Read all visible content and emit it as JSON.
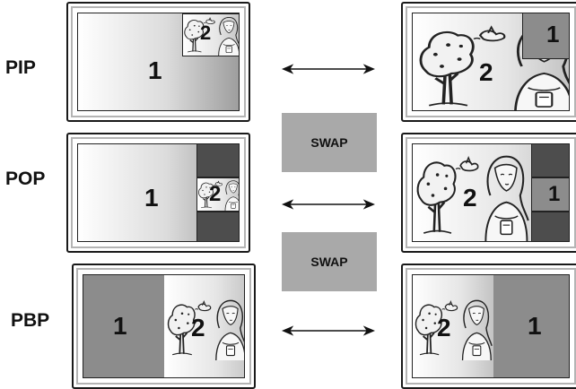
{
  "modes": [
    {
      "label": "PIP"
    },
    {
      "label": "POP"
    },
    {
      "label": "PBP"
    }
  ],
  "swap_buttons": [
    "SWAP",
    "SWAP"
  ],
  "window_numbers": {
    "main": "1",
    "sub": "2"
  },
  "colors": {
    "dark_panel": "#4d4d4d",
    "medium_panel": "#8c8c8c",
    "swap_button": "#a9a9a9",
    "outline": "#1a1a1a"
  },
  "icons": [
    "tree-icon",
    "bird-icon",
    "woman-with-cup-icon",
    "double-arrow-icon"
  ]
}
